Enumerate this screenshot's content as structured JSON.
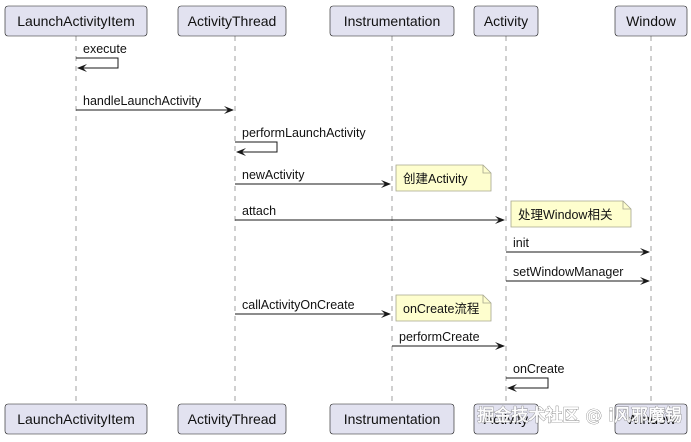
{
  "participants": [
    {
      "id": "p0",
      "label": "LaunchActivityItem"
    },
    {
      "id": "p1",
      "label": "ActivityThread"
    },
    {
      "id": "p2",
      "label": "Instrumentation"
    },
    {
      "id": "p3",
      "label": "Activity"
    },
    {
      "id": "p4",
      "label": "Window"
    }
  ],
  "messages": [
    {
      "id": "m0",
      "from": "p0",
      "to": "p0",
      "label": "execute"
    },
    {
      "id": "m1",
      "from": "p0",
      "to": "p1",
      "label": "handleLaunchActivity"
    },
    {
      "id": "m2",
      "from": "p1",
      "to": "p1",
      "label": "performLaunchActivity"
    },
    {
      "id": "m3",
      "from": "p1",
      "to": "p2",
      "label": "newActivity"
    },
    {
      "id": "m4",
      "from": "p1",
      "to": "p3",
      "label": "attach"
    },
    {
      "id": "m5",
      "from": "p3",
      "to": "p4",
      "label": "init"
    },
    {
      "id": "m6",
      "from": "p3",
      "to": "p4",
      "label": "setWindowManager"
    },
    {
      "id": "m7",
      "from": "p1",
      "to": "p2",
      "label": "callActivityOnCreate"
    },
    {
      "id": "m8",
      "from": "p2",
      "to": "p3",
      "label": "performCreate"
    },
    {
      "id": "m9",
      "from": "p3",
      "to": "p3",
      "label": "onCreate"
    }
  ],
  "notes": [
    {
      "id": "n0",
      "attached_to": "m3",
      "text": "创建Activity"
    },
    {
      "id": "n1",
      "attached_to": "m4",
      "text": "处理Window相关"
    },
    {
      "id": "n2",
      "attached_to": "m7",
      "text": "onCreate流程"
    }
  ],
  "watermark": "掘金技术社区 @ i风邪魔锡",
  "colors": {
    "participant_fill": "#e2e2f0",
    "participant_border": "#181818",
    "lifeline": "#a0a0a0",
    "arrow": "#181818",
    "note_fill": "#fefece",
    "note_border": "#a6a68e"
  }
}
